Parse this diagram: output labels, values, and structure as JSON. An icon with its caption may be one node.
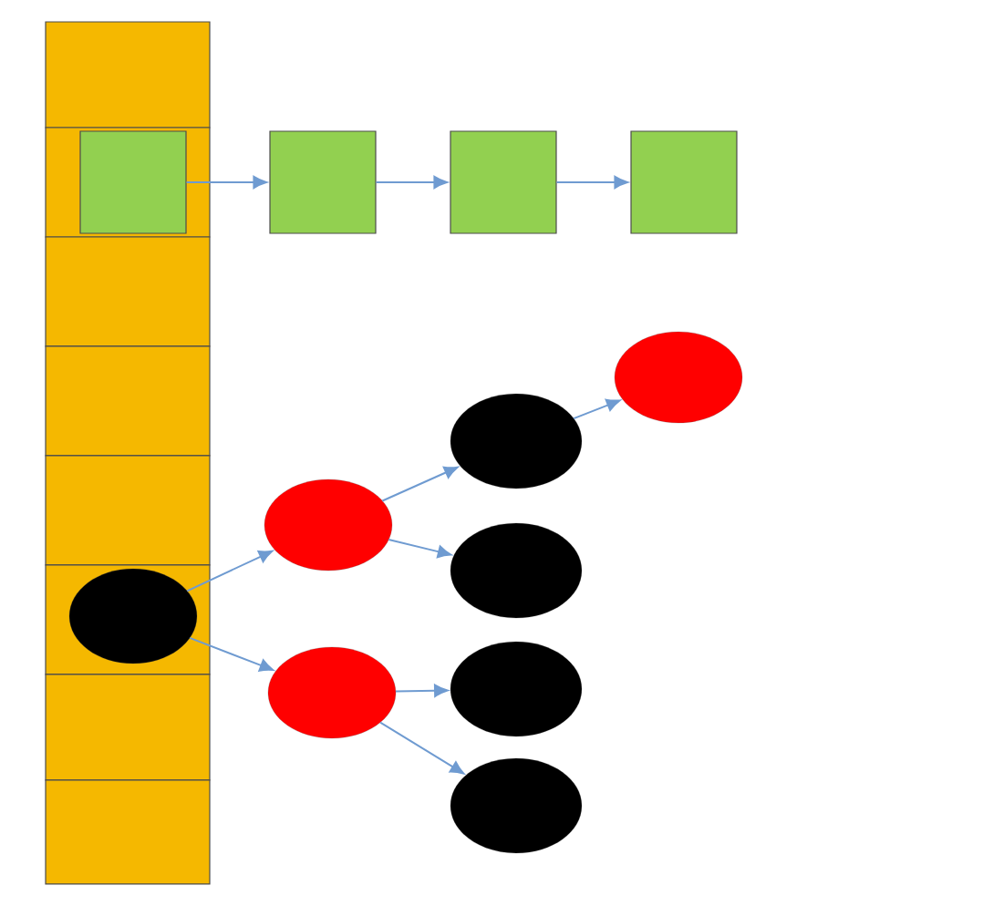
{
  "diagram": {
    "nodes": [
      {
        "text": [],
        "shape": "box"
      },
      {
        "text": [],
        "shape": "box"
      },
      {
        "text": [],
        "shape": "box"
      },
      {
        "text": [],
        "shape": "box"
      },
      {
        "text": [],
        "shape": "box"
      },
      {
        "text": [],
        "shape": "box"
      },
      {
        "text": [],
        "shape": "box"
      },
      {
        "text": [],
        "shape": "box"
      },
      {
        "text": [],
        "shape": "box",
        "in": 1
      },
      {
        "text": [],
        "shape": "box"
      },
      {
        "text": [],
        "shape": "box"
      },
      {
        "text": [],
        "shape": "box"
      },
      {
        "text": [],
        "shape": "circle",
        "in": 5
      },
      {
        "text": [],
        "shape": "circle"
      },
      {
        "text": [],
        "shape": "circle"
      },
      {
        "text": [],
        "shape": "circle"
      },
      {
        "text": [],
        "shape": "circle"
      },
      {
        "text": [],
        "shape": "circle"
      },
      {
        "text": [],
        "shape": "circle"
      },
      {
        "text": [],
        "shape": "circle"
      }
    ],
    "edges": [
      {
        "from": 8,
        "to": 9,
        "arrow": "to"
      },
      {
        "from": 9,
        "to": 10,
        "arrow": "to"
      },
      {
        "from": 10,
        "to": 11,
        "arrow": "to"
      },
      {
        "from": 12,
        "to": 13,
        "arrow": "to"
      },
      {
        "from": 12,
        "to": 14,
        "arrow": "to"
      },
      {
        "from": 13,
        "to": 15,
        "arrow": "to"
      },
      {
        "from": 13,
        "to": 16,
        "arrow": "to"
      },
      {
        "from": 14,
        "to": 17,
        "arrow": "to"
      },
      {
        "from": 14,
        "to": 18,
        "arrow": "to"
      },
      {
        "from": 15,
        "to": 19,
        "arrow": "to"
      }
    ]
  }
}
